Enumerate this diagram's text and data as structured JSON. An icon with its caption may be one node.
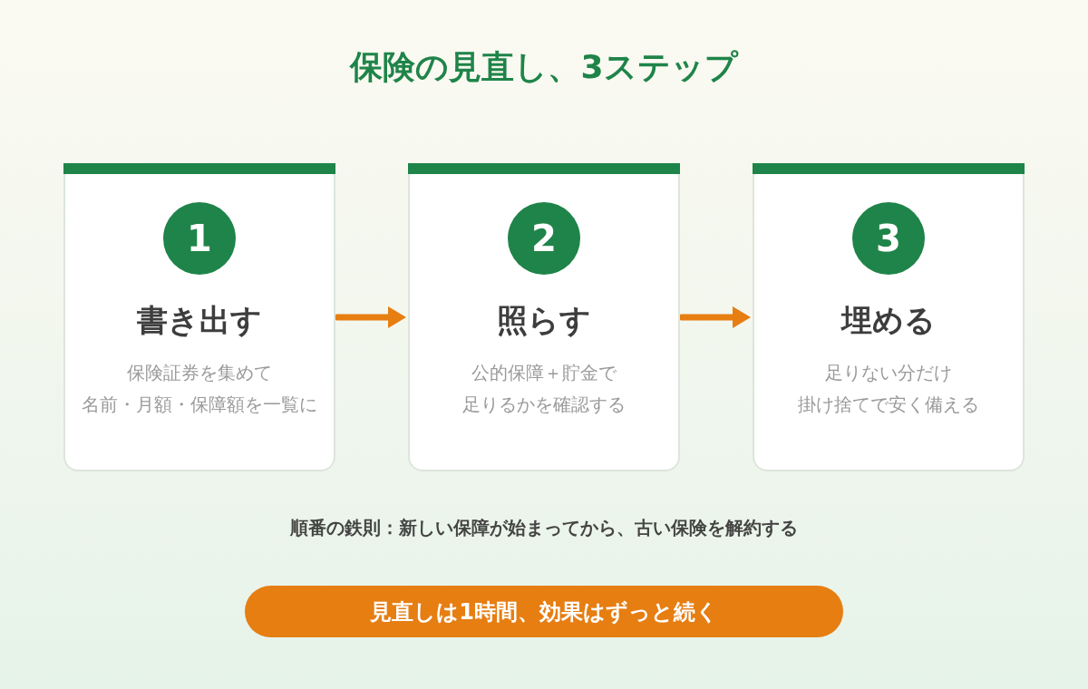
{
  "diagram": {
    "title": "保険の見直し、3ステップ",
    "nodes": [
      {
        "text": [
          "書き出す",
          "保険証券を集めて名前・月額・保障額を一覧に"
        ]
      },
      {
        "text": [
          "1"
        ],
        "in": 0
      },
      {
        "text": [
          "照らす",
          "公的保障＋貯金で足りるかを確認する"
        ]
      },
      {
        "text": [
          "2"
        ],
        "in": 2
      },
      {
        "text": [
          "埋める",
          "足りない分だけ掛け捨てで安く備える"
        ]
      },
      {
        "text": [
          "3"
        ],
        "in": 4
      },
      {
        "text": [
          "見直しは1時間、効果はずっと続く"
        ]
      }
    ],
    "edges": [
      {
        "from": 0,
        "to": 2,
        "arrow": "to"
      },
      {
        "from": 2,
        "to": 4,
        "arrow": "to"
      }
    ],
    "labels": [
      "順番の鉄則：新しい保障が始まってから、古い保険を解約する"
    ]
  }
}
